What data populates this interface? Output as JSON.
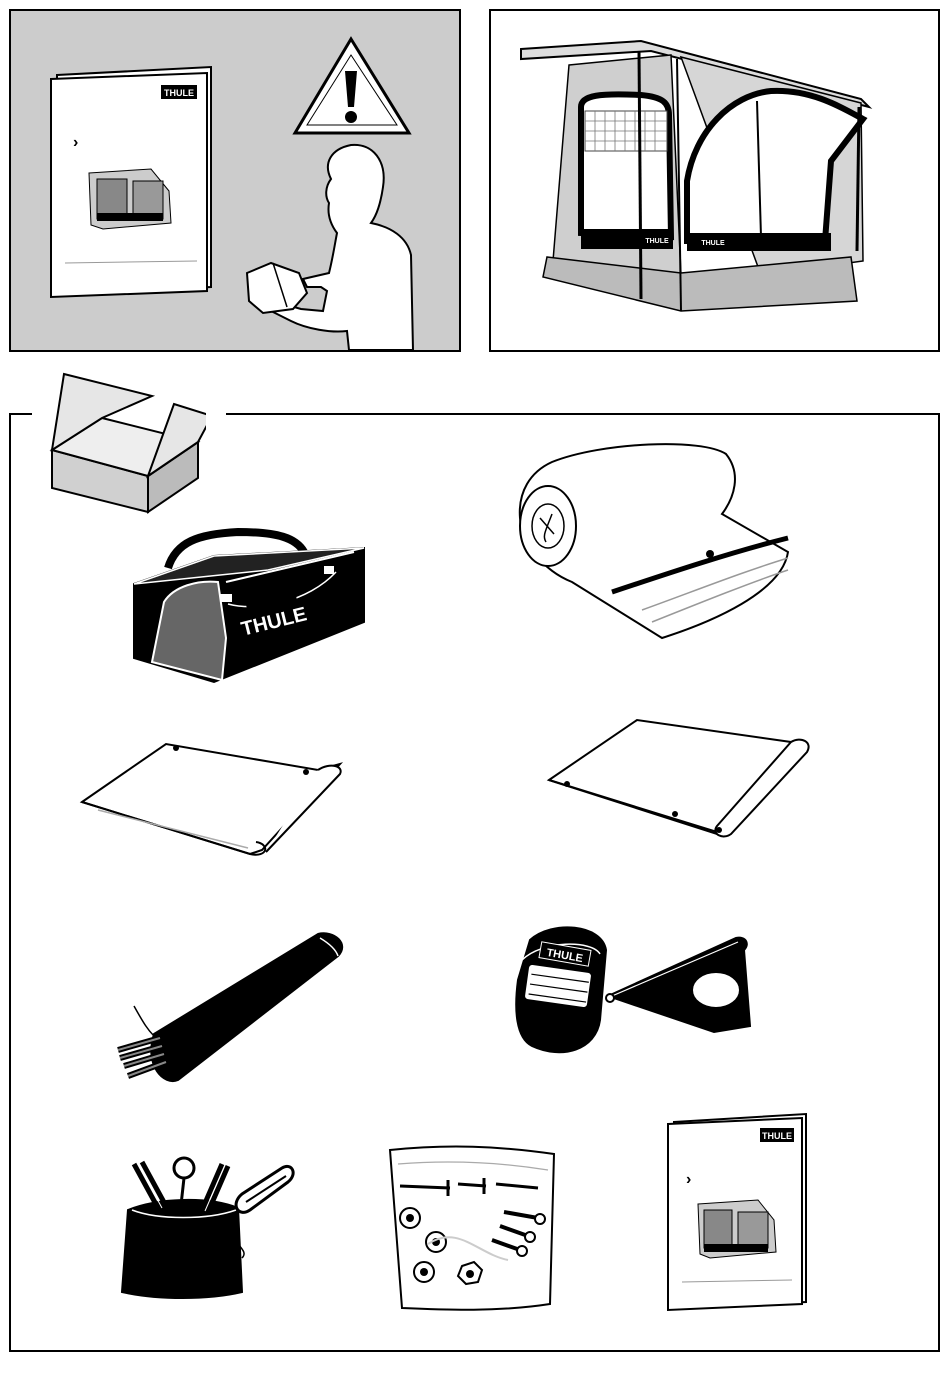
{
  "brand": {
    "logo_text": "THULE",
    "colors": {
      "panel_gray": "#cccccc",
      "ink": "#000000",
      "paper": "#ffffff"
    }
  },
  "top_left_panel": {
    "warning_icon": "warning-triangle-icon",
    "manual_cover": {
      "logo": "THULE",
      "bullet": "›"
    }
  },
  "top_right_panel": {
    "product": {
      "door_logo": "THULE",
      "side_logo": "THULE"
    }
  },
  "contents_panel": {
    "bag": {
      "logo": "THULE"
    },
    "cover_clip": {
      "logo": "THULE"
    },
    "manual_cover": {
      "logo": "THULE",
      "bullet": "›"
    }
  }
}
